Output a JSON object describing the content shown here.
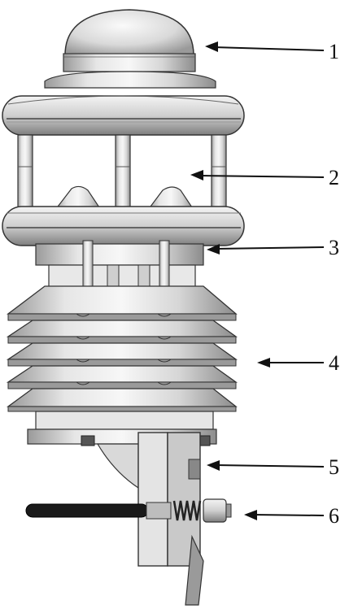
{
  "callouts": [
    {
      "id": "1",
      "label": "1"
    },
    {
      "id": "2",
      "label": "2"
    },
    {
      "id": "3",
      "label": "3"
    },
    {
      "id": "4",
      "label": "4"
    },
    {
      "id": "5",
      "label": "5"
    },
    {
      "id": "6",
      "label": "6"
    }
  ],
  "colors": {
    "metal_light": "#f2f2f2",
    "metal_mid": "#cfcfcf",
    "metal_dark": "#8a8a8a",
    "outline": "#333333",
    "handle": "#1a1a1a"
  }
}
